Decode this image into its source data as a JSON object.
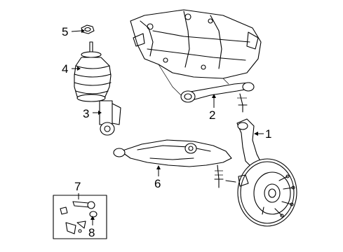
{
  "callouts": [
    {
      "id": "1",
      "text": "1"
    },
    {
      "id": "2",
      "text": "2"
    },
    {
      "id": "3",
      "text": "3"
    },
    {
      "id": "4",
      "text": "4"
    },
    {
      "id": "5",
      "text": "5"
    },
    {
      "id": "6",
      "text": "6"
    },
    {
      "id": "7",
      "text": "7"
    },
    {
      "id": "8",
      "text": "8"
    }
  ],
  "parts": [
    {
      "callout": "1",
      "icon": "steering-knuckle-hub-icon"
    },
    {
      "callout": "2",
      "icon": "upper-control-arm-icon"
    },
    {
      "callout": "3",
      "icon": "shock-absorber-icon"
    },
    {
      "callout": "4",
      "icon": "air-spring-icon"
    },
    {
      "callout": "5",
      "icon": "nut-icon"
    },
    {
      "callout": "6",
      "icon": "lower-control-arm-icon"
    },
    {
      "callout": "7",
      "icon": "stabilizer-link-kit-icon"
    },
    {
      "callout": "8",
      "icon": "link-bushing-icon"
    }
  ]
}
